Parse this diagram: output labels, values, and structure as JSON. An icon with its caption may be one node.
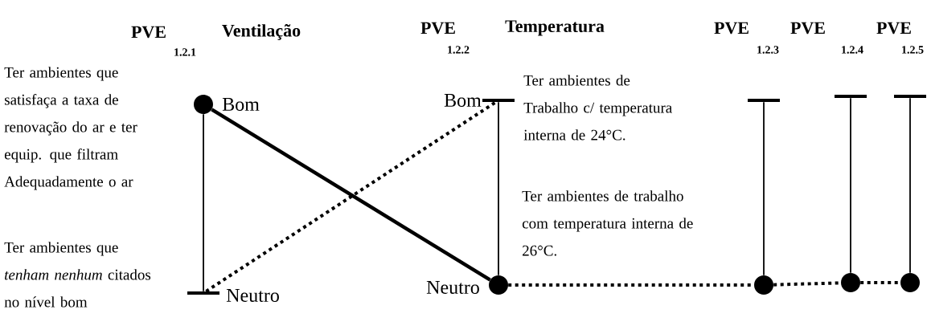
{
  "diagram": {
    "nodes": [
      {
        "text": [],
        "shape": "circle",
        "beside": [
          "Bom"
        ]
      },
      {
        "text": [],
        "shape": "bar",
        "beside": [
          "Neutro"
        ]
      },
      {
        "text": [],
        "shape": "bar",
        "beside": [
          "Bom"
        ]
      },
      {
        "text": [],
        "shape": "circle",
        "beside": [
          "Neutro"
        ]
      },
      {
        "text": [],
        "shape": "bar"
      },
      {
        "text": [],
        "shape": "circle"
      },
      {
        "text": [],
        "shape": "bar"
      },
      {
        "text": [],
        "shape": "circle"
      },
      {
        "text": [],
        "shape": "bar"
      },
      {
        "text": [],
        "shape": "circle"
      }
    ],
    "edges": [
      {
        "from": 0,
        "to": 1,
        "arrow": "none"
      },
      {
        "from": 0,
        "to": 3,
        "arrow": "none",
        "style": "thick"
      },
      {
        "from": 1,
        "to": 2,
        "arrow": "none",
        "style": "dashed"
      },
      {
        "from": 2,
        "to": 3,
        "arrow": "none"
      },
      {
        "from": 4,
        "to": 5,
        "arrow": "none"
      },
      {
        "from": 6,
        "to": 7,
        "arrow": "none"
      },
      {
        "from": 8,
        "to": 9,
        "arrow": "none"
      },
      {
        "from": 3,
        "to": 5,
        "arrow": "none",
        "style": "dashed"
      },
      {
        "from": 5,
        "to": 7,
        "arrow": "none",
        "style": "dashed"
      },
      {
        "from": 7,
        "to": 9,
        "arrow": "none",
        "style": "dashed"
      }
    ],
    "labels": [
      "PVE",
      "Ventilação",
      "PVE",
      "Temperatura",
      "PVE",
      "PVE",
      "PVE",
      "1.2.1",
      "1.2.2",
      "1.2.3",
      "1.2.4",
      "1.2.5",
      "Ter ambientes que satisfaça a taxa de renovação do ar e ter equip. que filtram Adequadamente o ar",
      "Ter ambientes de Trabalho c/ temperatura interna de 24°C.",
      "Ter ambientes que *tenham nenhum* citados no nível bom",
      "Ter ambientes de trabalho com temperatura interna de 26°C."
    ]
  }
}
